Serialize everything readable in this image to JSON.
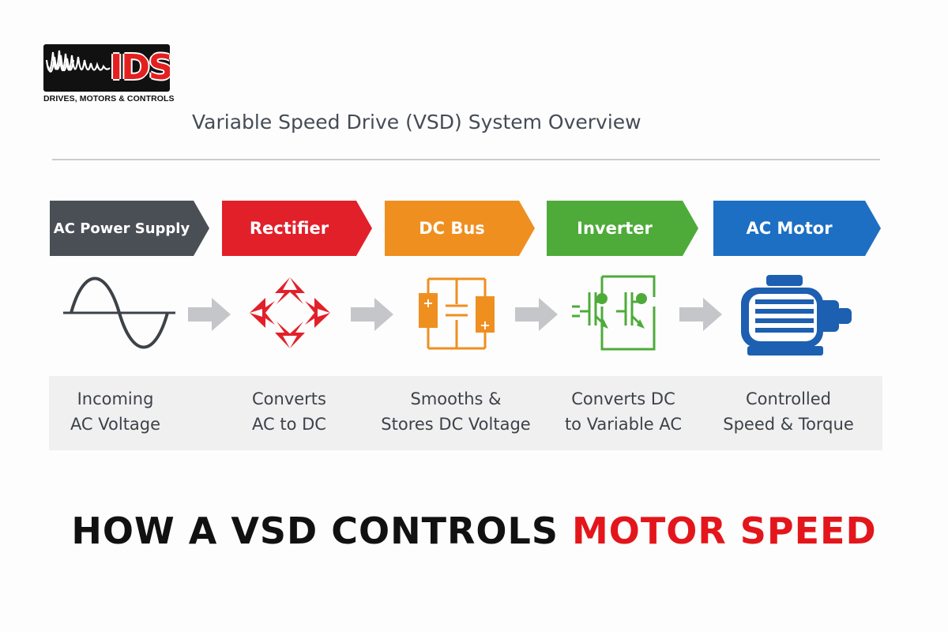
{
  "logo": {
    "text": "IDS",
    "tagline": "DRIVES, MOTORS & CONTROLS"
  },
  "title": "Variable Speed Drive (VSD) System Overview",
  "stages": [
    {
      "label": "AC Power Supply",
      "color": "#4a4f56",
      "icon": "sine-wave-icon",
      "desc_line1": "Incoming",
      "desc_line2": "AC Voltage"
    },
    {
      "label": "Rectifier",
      "color": "#e2202a",
      "icon": "diode-bridge-icon",
      "desc_line1": "Converts",
      "desc_line2": "AC to DC"
    },
    {
      "label": "DC Bus",
      "color": "#ef8f20",
      "icon": "capacitor-icon",
      "desc_line1": "Smooths &",
      "desc_line2": "Stores DC Voltage"
    },
    {
      "label": "Inverter",
      "color": "#4eab3a",
      "icon": "transistor-switch-icon",
      "desc_line1": "Converts DC",
      "desc_line2": "to Variable AC"
    },
    {
      "label": "AC Motor",
      "color": "#1d6fc4",
      "icon": "motor-icon",
      "desc_line1": "Controlled",
      "desc_line2": "Speed & Torque"
    }
  ],
  "headline": {
    "part1": "HOW A VSD CONTROLS ",
    "part2": "MOTOR SPEED",
    "accent": "#e3161b"
  }
}
